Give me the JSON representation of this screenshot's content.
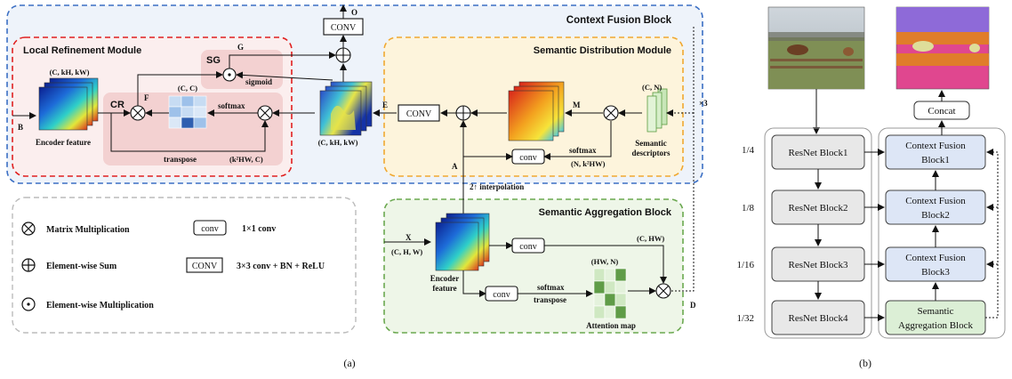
{
  "panel_a": {
    "context_fusion_title": "Context Fusion Block",
    "local_refinement_title": "Local Refinement Module",
    "semantic_distribution_title": "Semantic Distribution Module",
    "semantic_aggregation_title": "Semantic Aggregation Block",
    "caption": "(a)",
    "labels": {
      "O": "O",
      "G": "G",
      "SG": "SG",
      "sigmoid": "sigmoid",
      "F": "F",
      "CR": "CR",
      "B": "B",
      "E": "E",
      "M": "M",
      "A": "A",
      "X": "X",
      "D": "D",
      "x3": "×3",
      "cc": "(C, C)",
      "ckhkw": "(C, kH, kW)",
      "ckhkw2": "(C, kH, kW)",
      "k2hwc": "(k²HW, C)",
      "cn": "(C, N)",
      "nk2hw": "(N, k²HW)",
      "chw": "(C, H, W)",
      "c_hw": "(C, HW)",
      "hwn": "(HW, N)",
      "softmax1": "softmax",
      "softmax2": "softmax",
      "softmax_transpose": "softmax",
      "transpose": "transpose",
      "transpose2": "transpose",
      "encoder_feature": "Encoder feature",
      "encoder_feature2a": "Encoder",
      "encoder_feature2b": "feature",
      "semantic_desc_a": "Semantic",
      "semantic_desc_b": "descriptors",
      "attention_map": "Attention map",
      "interp": "2↑ interpolation",
      "CONV": "CONV",
      "conv": "conv"
    },
    "legend": {
      "matmul": "Matrix Multiplication",
      "sum": "Element-wise Sum",
      "dot": "Element-wise Multiplication",
      "conv_box": "conv",
      "conv_desc": "1×1 conv",
      "CONV_box": "CONV",
      "CONV_desc": "3×3 conv + BN + ReLU"
    }
  },
  "panel_b": {
    "caption": "(b)",
    "concat": "Concat",
    "scales": [
      "1/4",
      "1/8",
      "1/16",
      "1/32"
    ],
    "resnet_blocks": [
      "ResNet Block1",
      "ResNet Block2",
      "ResNet Block3",
      "ResNet Block4"
    ],
    "cfb_blocks": [
      {
        "line1": "Context Fusion",
        "line2": "Block1"
      },
      {
        "line1": "Context Fusion",
        "line2": "Block2"
      },
      {
        "line1": "Context Fusion",
        "line2": "Block3"
      }
    ],
    "sab": {
      "line1": "Semantic",
      "line2": "Aggregation Block"
    }
  },
  "colors": {
    "cfb_border": "#3b6fc4",
    "cfb_fill": "#eef3fa",
    "lrm_border": "#e02020",
    "lrm_fill": "#fbe9e9",
    "sdm_border": "#f0a830",
    "sdm_fill": "#fdf4dc",
    "sab_border": "#6aa84f",
    "sab_fill": "#eef6e8",
    "legend_border": "#bbbbbb",
    "resnet_fill": "#e8e8e8",
    "cfb_box_fill": "#dde6f6",
    "sab_box_fill": "#dcefd6"
  }
}
